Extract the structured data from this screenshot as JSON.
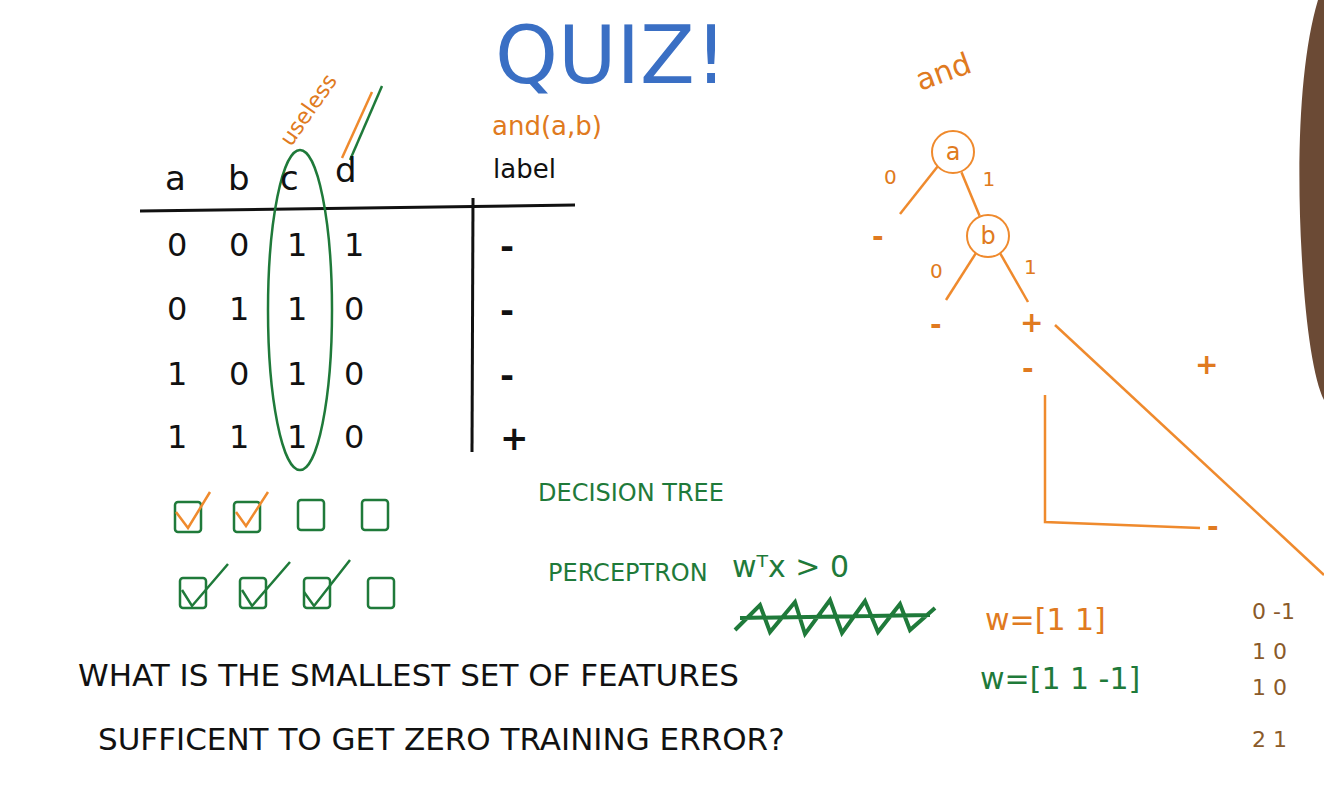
{
  "diagram": {
    "title": "QUIZ!",
    "nodes": [
      {
        "text": [
          "a"
        ]
      },
      {
        "text": [
          "b"
        ]
      }
    ],
    "edges": [
      {
        "from": 0,
        "to": 1,
        "label": "1",
        "arrow": "none"
      }
    ],
    "labels": [
      "useless",
      "and(a,b)",
      "a",
      "b",
      "c",
      "d",
      "label",
      "0",
      "0",
      "1",
      "1",
      "-",
      "0",
      "1",
      "1",
      "0",
      "-",
      "1",
      "0",
      "1",
      "0",
      "-",
      "1",
      "1",
      "1",
      "0",
      "+",
      "DECISION TREE",
      "PERCEPTRON",
      "wᵀx > 0",
      "WHAT IS THE SMALLEST SET OF FEATURES",
      "SUFFICENT TO GET ZERO TRAINING ERROR?",
      "and",
      "0",
      "-",
      "0",
      "1",
      "-",
      "+",
      "-",
      "+",
      "-",
      "w=[1 1]",
      "w=[1 1 -1]",
      "0 -1",
      "1 0",
      "1 0",
      "2 1"
    ]
  }
}
